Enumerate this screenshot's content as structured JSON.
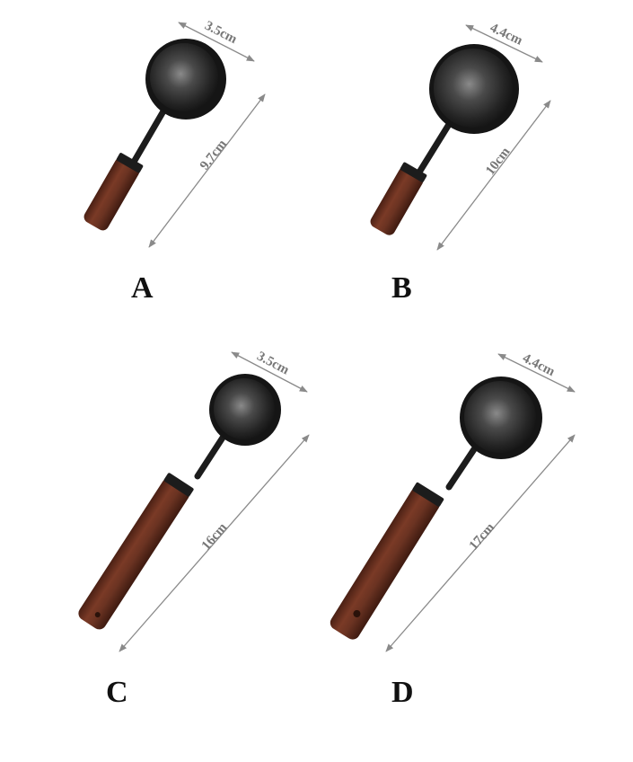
{
  "products": [
    {
      "label": "A",
      "bowl_diameter": "3.5cm",
      "length": "9.7cm"
    },
    {
      "label": "B",
      "bowl_diameter": "4.4cm",
      "length": "10cm"
    },
    {
      "label": "C",
      "bowl_diameter": "3.5cm",
      "length": "16cm"
    },
    {
      "label": "D",
      "bowl_diameter": "4.4cm",
      "length": "17cm"
    }
  ],
  "colors": {
    "background": "#ffffff",
    "wood": "#6b3322",
    "metal": "#1e1e1e",
    "dimension_line": "#8a8a8a"
  }
}
